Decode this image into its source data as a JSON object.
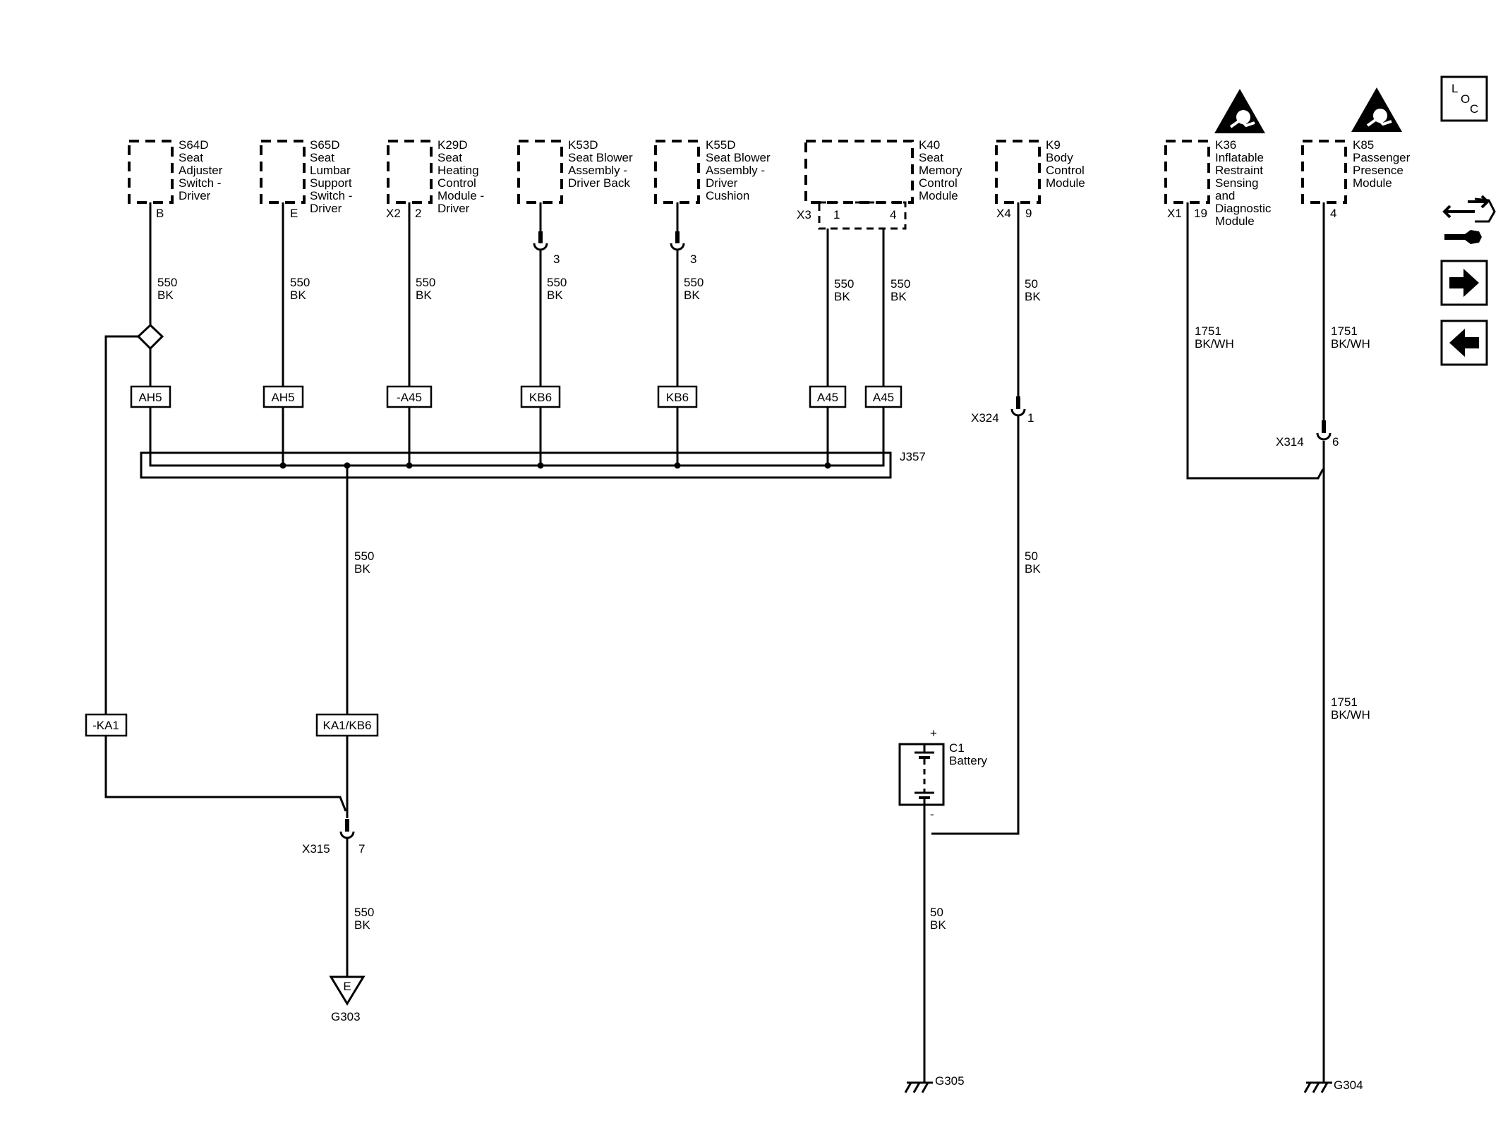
{
  "components": {
    "s64d": {
      "id": "S64D",
      "lines": [
        "Seat",
        "Adjuster",
        "Switch -",
        "Driver"
      ],
      "pin": "B"
    },
    "s65d": {
      "id": "S65D",
      "lines": [
        "Seat",
        "Lumbar",
        "Support",
        "Switch -",
        "Driver"
      ],
      "pin": "E"
    },
    "k29d": {
      "id": "K29D",
      "lines": [
        "Seat",
        "Heating",
        "Control",
        "Module -",
        "Driver"
      ],
      "conn": "X2",
      "pin": "2"
    },
    "k53d": {
      "id": "K53D",
      "lines": [
        "Seat Blower",
        "Assembly -",
        "Driver Back"
      ],
      "pin": "3"
    },
    "k55d": {
      "id": "K55D",
      "lines": [
        "Seat Blower",
        "Assembly -",
        "Driver",
        "Cushion"
      ],
      "pin": "3"
    },
    "k40": {
      "id": "K40",
      "lines": [
        "Seat",
        "Memory",
        "Control",
        "Module"
      ],
      "conn": "X3",
      "pin1": "1",
      "pin2": "4"
    },
    "k9": {
      "id": "K9",
      "lines": [
        "Body",
        "Control",
        "Module"
      ],
      "conn": "X4",
      "pin": "9"
    },
    "k36": {
      "id": "K36",
      "lines": [
        "Inflatable",
        "Restraint",
        "Sensing",
        "and",
        "Diagnostic",
        "Module"
      ],
      "conn": "X1",
      "pin": "19"
    },
    "k85": {
      "id": "K85",
      "lines": [
        "Passenger",
        "Presence",
        "Module"
      ],
      "pin": "4"
    },
    "c1": {
      "id": "C1",
      "name": "Battery",
      "plus": "+",
      "minus": "-"
    }
  },
  "wires": {
    "w550_num": "550",
    "bk": "BK",
    "w50_num": "50",
    "w1751_num": "1751",
    "bkwh": "BK/WH"
  },
  "options": {
    "ah5": "AH5",
    "a45n": "-A45",
    "kb6": "KB6",
    "a45": "A45",
    "ka1n": "-KA1",
    "ka1kb6": "KA1/KB6"
  },
  "splice": "J357",
  "connectors": {
    "x324": "X324",
    "x324_pin": "1",
    "x314": "X314",
    "x314_pin": "6",
    "x315": "X315",
    "x315_pin": "7"
  },
  "grounds": {
    "g303": "G303",
    "g303_mark": "E",
    "g305": "G305",
    "g304": "G304"
  },
  "nav": {
    "loc_l": "L",
    "loc_o": "O",
    "loc_c": "C"
  }
}
